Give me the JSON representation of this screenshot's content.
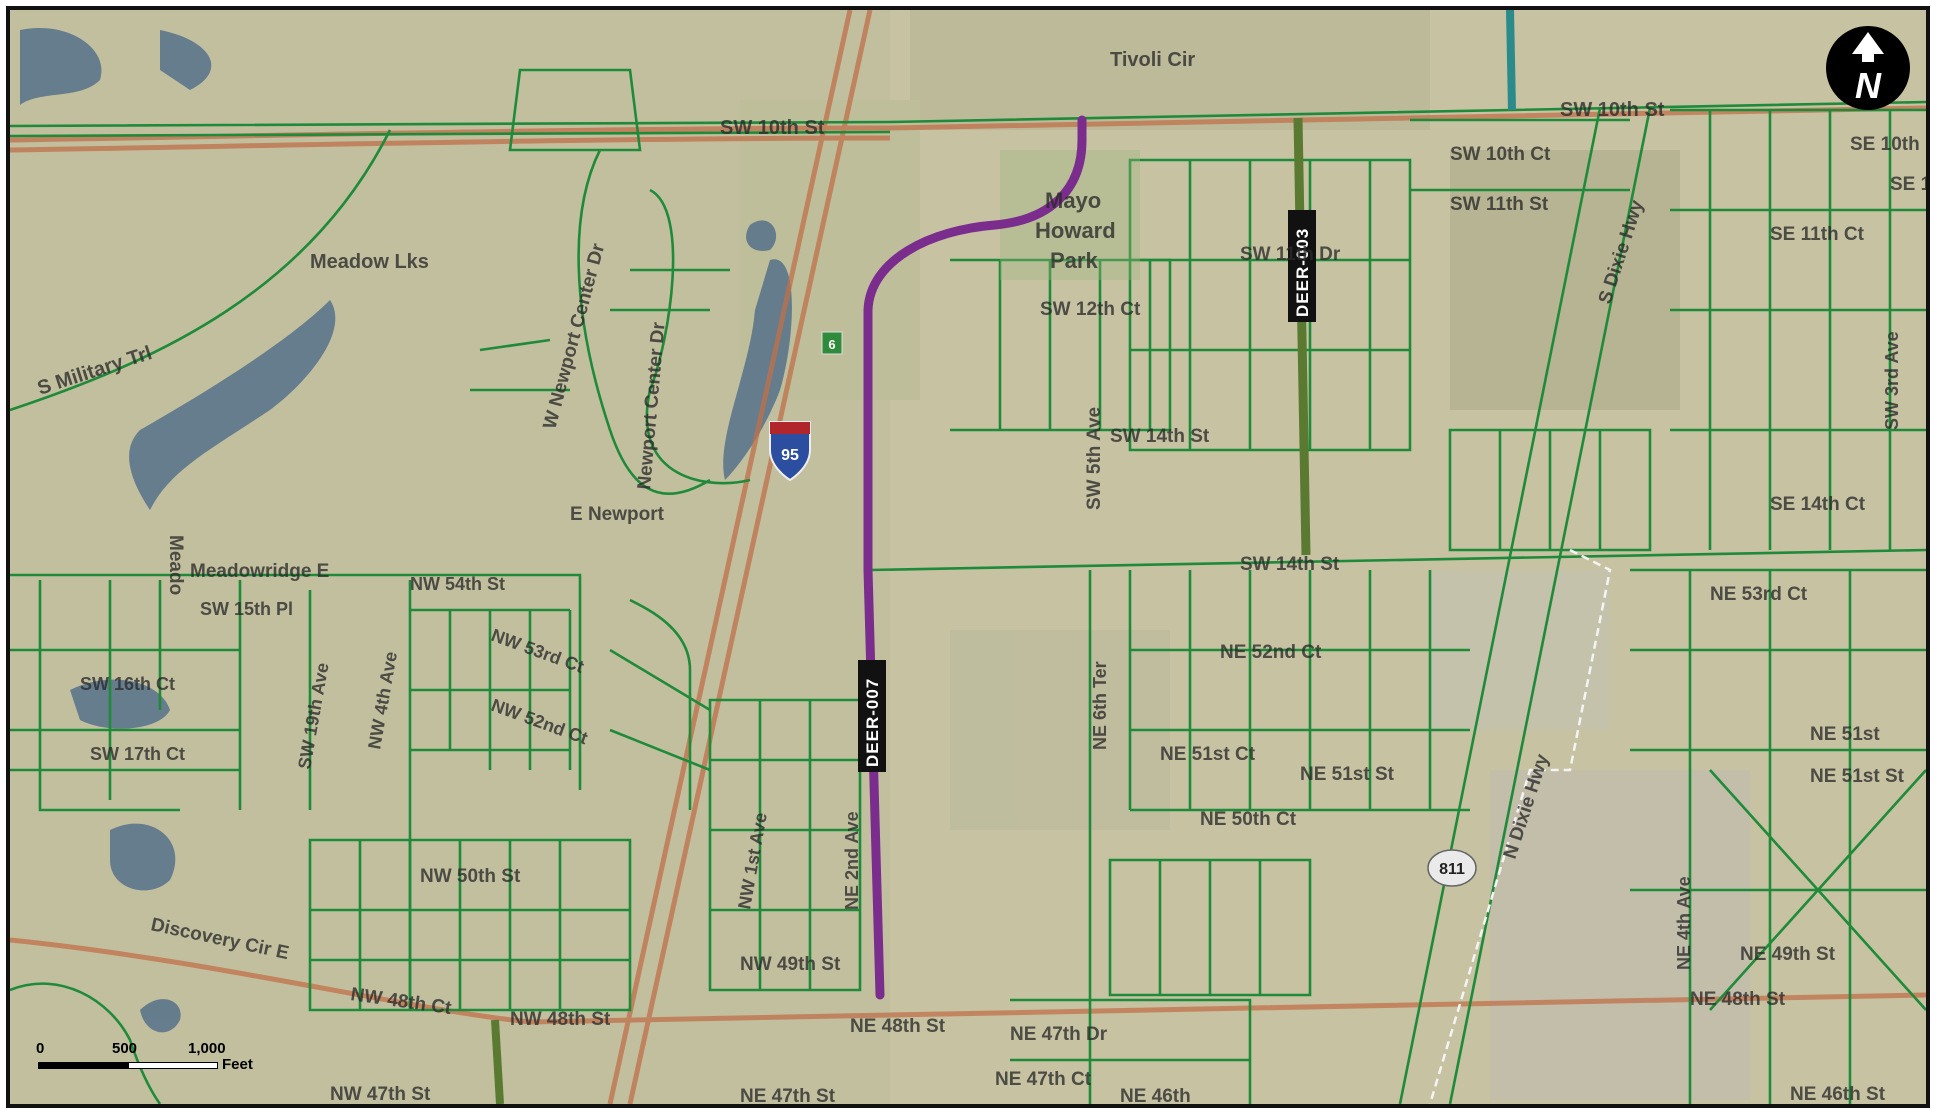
{
  "street_labels": [
    "SW 10th St",
    "Tivoli Cir",
    "SW 10th St",
    "SW 10th Ct",
    "SW 11th St",
    "SE 10th",
    "SE 1",
    "SE 11th Ct",
    "SW 11th Dr",
    "SW 12th Ct",
    "S Dixie Hwy",
    "Mayo",
    "Howard",
    "Park",
    "Meadow Lks",
    "S Military Trl",
    "W Newport Center Dr",
    "Newport Center Dr",
    "SW 14th St",
    "SW 5th Ave",
    "SE 14th Ct",
    "E Newport",
    "Meadowridge E",
    "Meado",
    "SW 15th Pl",
    "NW 54th St",
    "SW 16th Ct",
    "SW 17th Ct",
    "SW 19th Ave",
    "NW 4th Ave",
    "NW 53rd Ct",
    "NW 52nd Ct",
    "SW 14th St",
    "NE 53rd Ct",
    "NE 52nd Ct",
    "NE 51st Ct",
    "NE 51st St",
    "NE 51st",
    "NE 51st St",
    "NE 50th Ct",
    "N Dixie Hwy",
    "NE 6th Ter",
    "NW 50th St",
    "Discovery Cir E",
    "NW 49th St",
    "NE 49th St",
    "NW 48th Ct",
    "NW 48th St",
    "NE 48th St",
    "NE 47th Dr",
    "NE 47th Ct",
    "NE 48th St",
    "NE 46th St",
    "NW 47th St",
    "NE 47th St",
    "NE 46th",
    "NE 2nd Ave",
    "NW 1st Ave",
    "NE 4th Ave",
    "SW 3rd Ave"
  ],
  "highway_shields": {
    "interstate": "95",
    "state_road": "811",
    "green_marker": "6"
  },
  "routes": [
    {
      "id": "DEER-007",
      "color": "#7b2d8e"
    },
    {
      "id": "DEER-003",
      "color": "#5a7a32"
    }
  ],
  "north_arrow": {
    "letter": "N"
  },
  "scale": {
    "ticks": [
      "0",
      "500",
      "1,000"
    ],
    "unit": "Feet"
  },
  "colors": {
    "roads": "#1f8a3a",
    "major_roads": "#c0704a",
    "background": "#c9c5a6",
    "water": "#4d6f8c"
  }
}
